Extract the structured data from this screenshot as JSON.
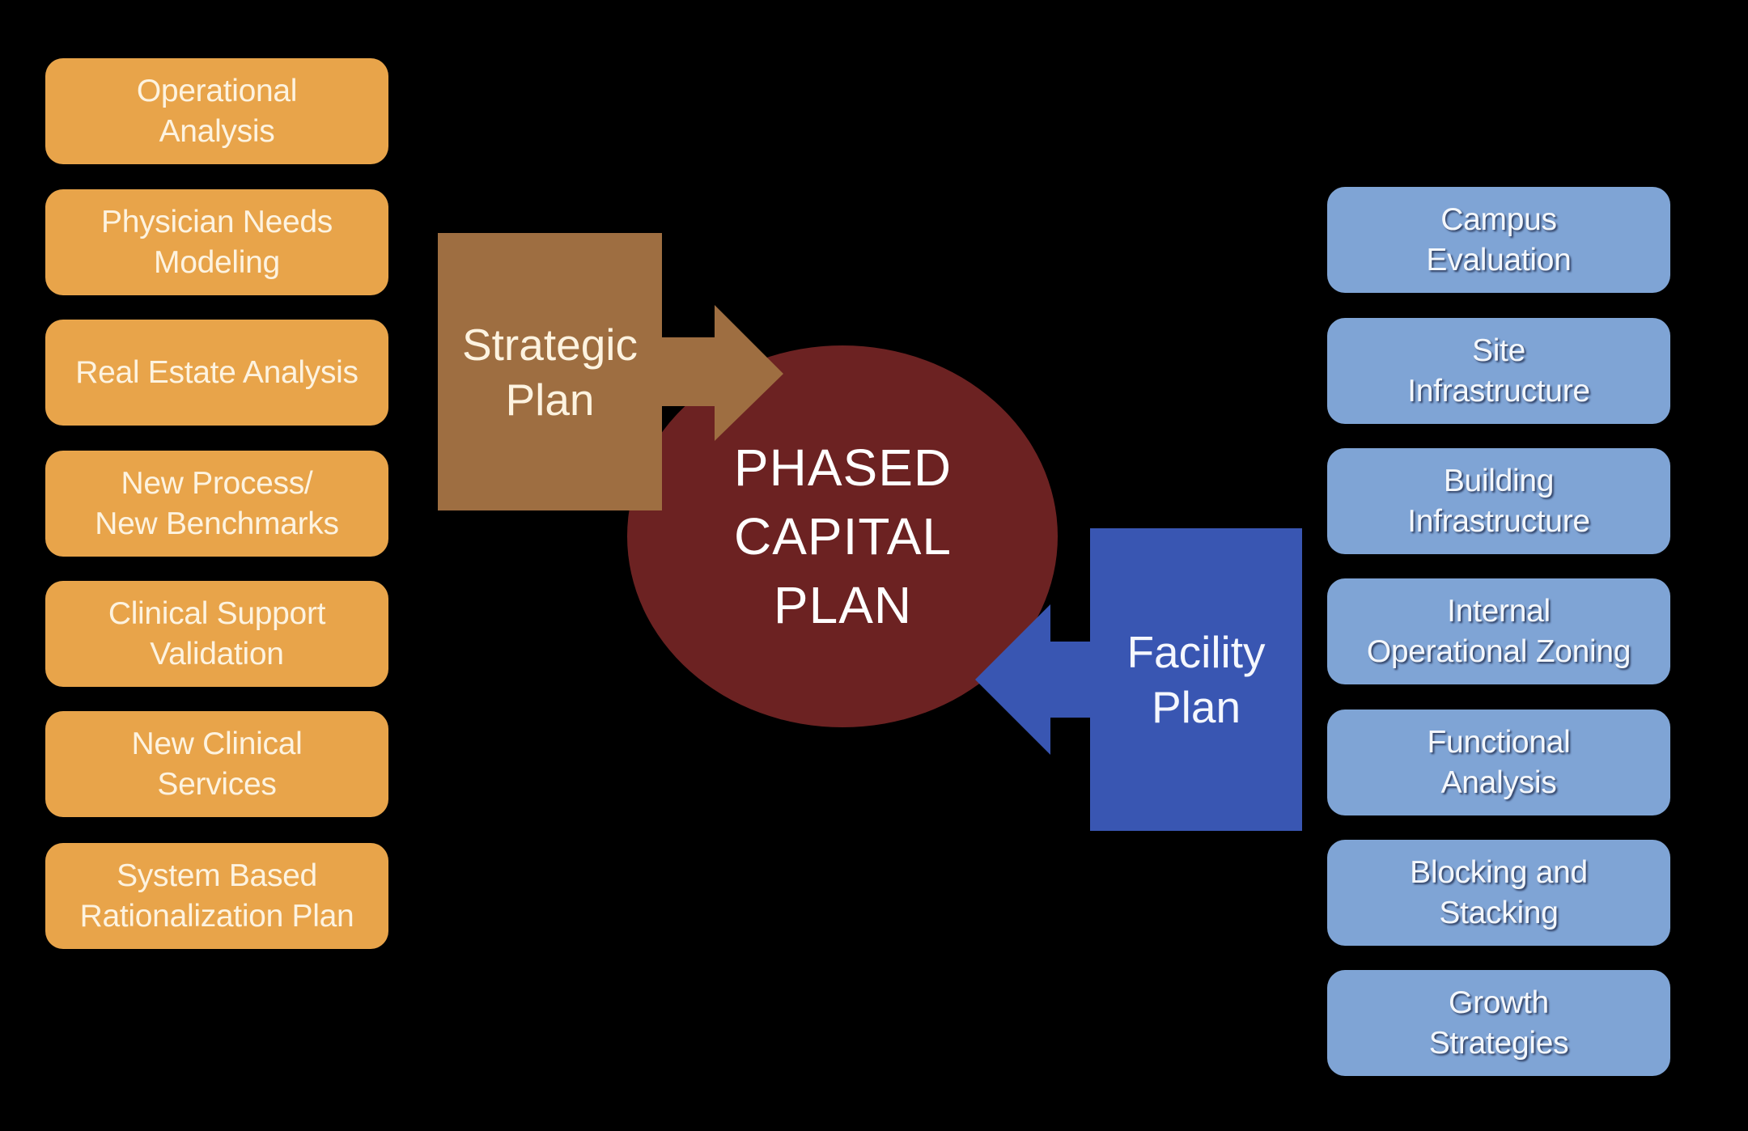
{
  "colors": {
    "background": "#000000",
    "strategic_group": "#E8A44A",
    "strategic_plan": "#9E6E41",
    "facility_group": "#7FA4D5",
    "facility_plan": "#3956B2",
    "phased_capital_plan": "#6C2222"
  },
  "center": {
    "label": "PHASED\nCAPITAL\nPLAN"
  },
  "strategic": {
    "label": "Strategic\nPlan",
    "arrow_direction": "right",
    "inputs": [
      "Operational\nAnalysis",
      "Physician Needs\nModeling",
      "Real Estate Analysis",
      "New Process/\nNew Benchmarks",
      "Clinical Support\nValidation",
      "New Clinical\nServices",
      "System Based\nRationalization Plan"
    ]
  },
  "facility": {
    "label": "Facility\nPlan",
    "arrow_direction": "left",
    "inputs": [
      "Campus\nEvaluation",
      "Site\nInfrastructure",
      "Building\nInfrastructure",
      "Internal\nOperational Zoning",
      "Functional\nAnalysis",
      "Blocking  and\nStacking",
      "Growth\nStrategies"
    ]
  }
}
